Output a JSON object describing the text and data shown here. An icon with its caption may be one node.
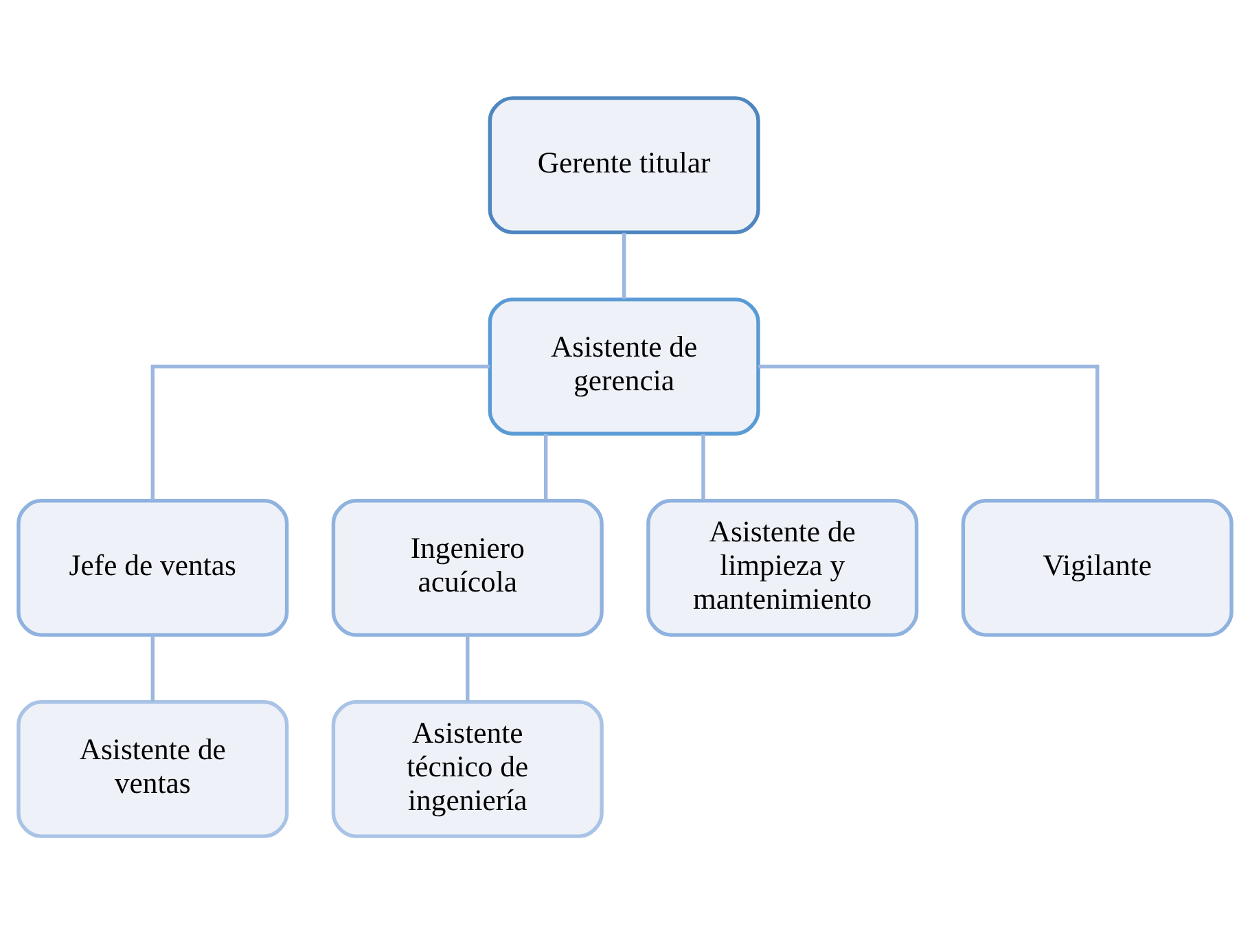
{
  "diagram": {
    "nodes": [
      {
        "text": [
          "Gerente titular"
        ]
      },
      {
        "text": [
          "Asistente de gerencia"
        ]
      },
      {
        "text": [
          "Jefe de ventas"
        ]
      },
      {
        "text": [
          "Ingeniero acuícola"
        ]
      },
      {
        "text": [
          "Asistente de limpieza y mantenimiento"
        ]
      },
      {
        "text": [
          "Vigilante"
        ]
      },
      {
        "text": [
          "Asistente de ventas"
        ]
      },
      {
        "text": [
          "Asistente técnico de ingeniería"
        ]
      }
    ],
    "edges": [
      {
        "from": 0,
        "to": 1,
        "arrow": "none"
      },
      {
        "from": 1,
        "to": 2,
        "arrow": "none"
      },
      {
        "from": 1,
        "to": 3,
        "arrow": "none"
      },
      {
        "from": 1,
        "to": 4,
        "arrow": "none"
      },
      {
        "from": 1,
        "to": 5,
        "arrow": "none"
      },
      {
        "from": 2,
        "to": 6,
        "arrow": "none"
      },
      {
        "from": 3,
        "to": 7,
        "arrow": "none"
      }
    ]
  }
}
